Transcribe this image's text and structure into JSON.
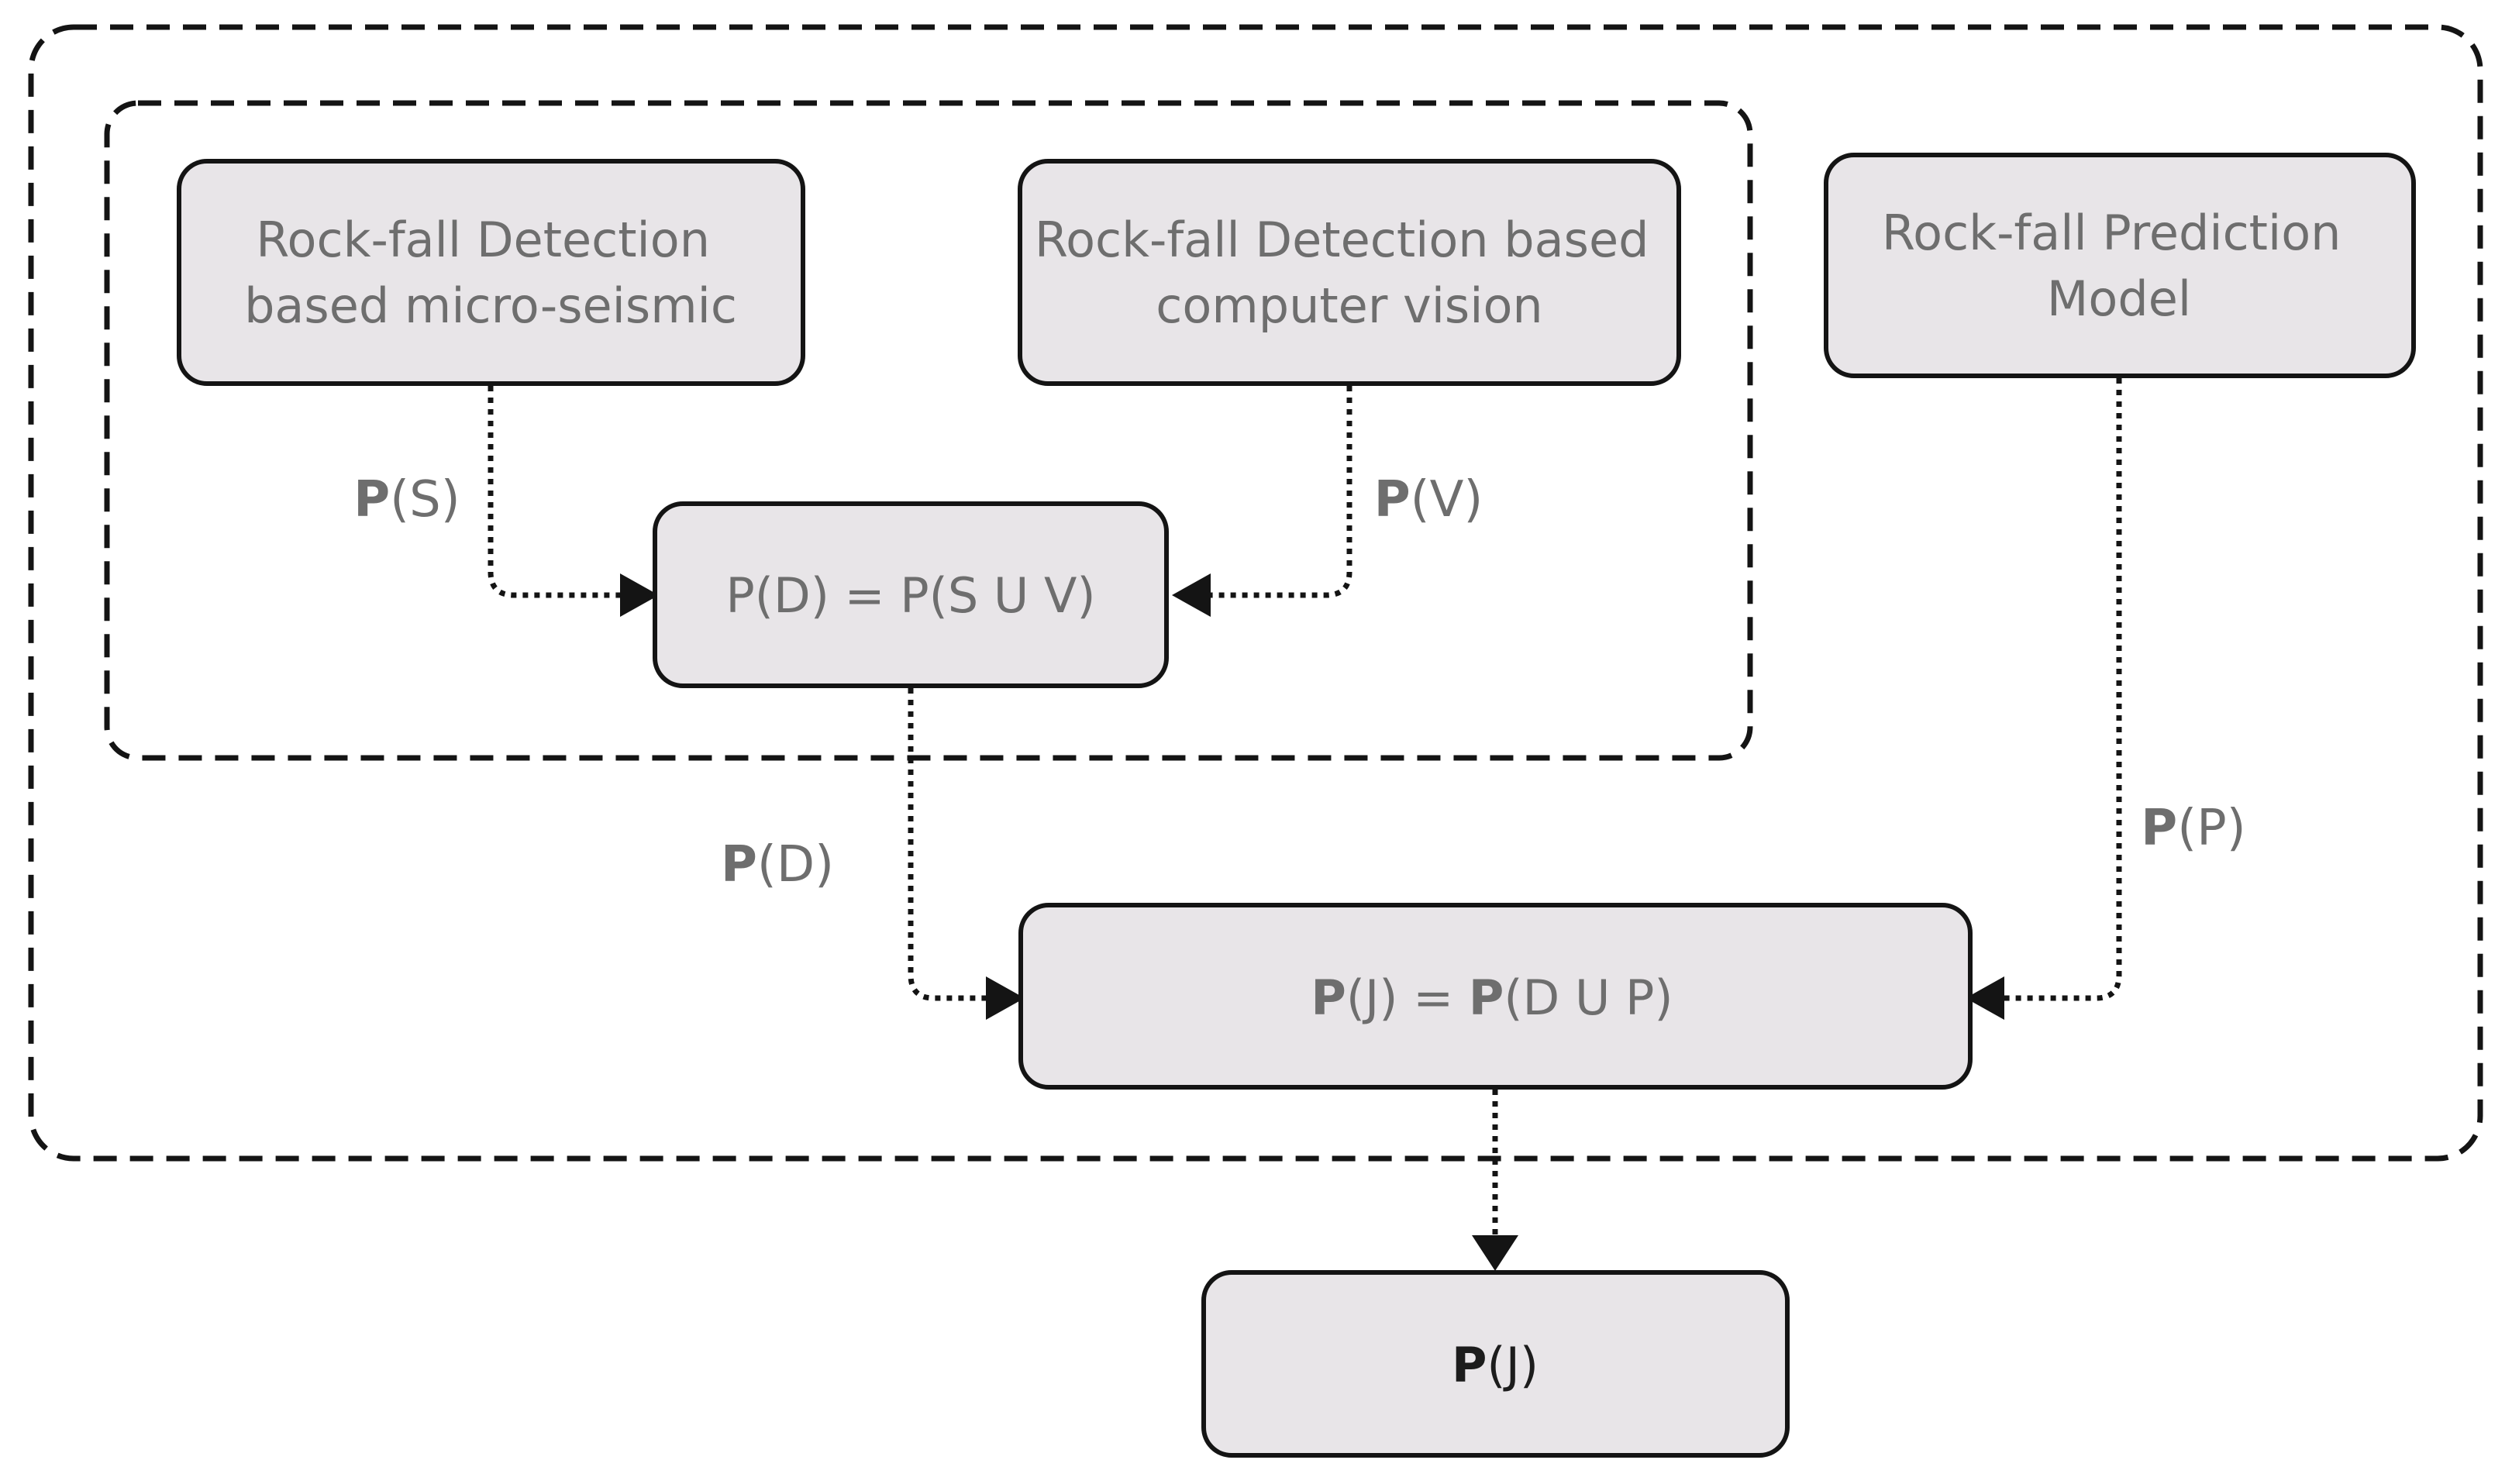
{
  "nodes": {
    "microseismic": {
      "line1": "Rock-fall Detection",
      "line2": "based micro-seismic"
    },
    "vision": {
      "line1": "Rock-fall Detection based",
      "line2": "computer vision"
    },
    "prediction": {
      "line1": "Rock-fall Prediction",
      "line2": "Model"
    },
    "union_d": {
      "text": "P(D) = P(S U V)"
    },
    "union_j": {
      "lhs_bold": "P",
      "lhs_rest": "(J) = ",
      "rhs_bold": "P",
      "rhs_rest": "(D U P)"
    },
    "output": {
      "bold": "P",
      "rest": "(J)"
    }
  },
  "edge_labels": {
    "ps": {
      "bold": "P",
      "rest": "(S)"
    },
    "pv": {
      "bold": "P",
      "rest": "(V)"
    },
    "pd": {
      "bold": "P",
      "rest": "(D)"
    },
    "pp": {
      "bold": "P",
      "rest": "(P)"
    }
  }
}
